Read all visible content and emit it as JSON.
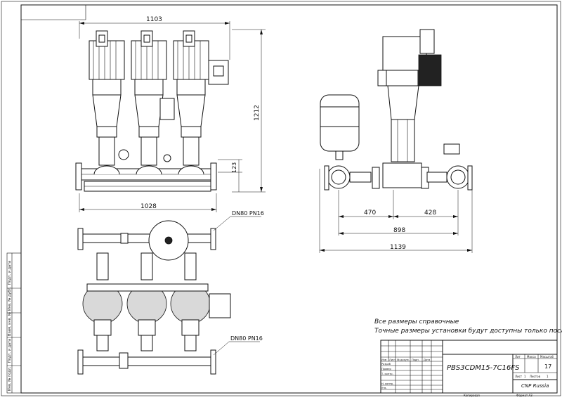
{
  "dimensions": {
    "front_width_top": "1103",
    "front_height": "1212",
    "front_axis_height": "123",
    "front_width_base": "1028",
    "side_left": "470",
    "side_right": "428",
    "side_flanges": "898",
    "side_total": "1139"
  },
  "callouts": {
    "flange_top": "DN80 PN16",
    "flange_bottom": "DN80 PN16"
  },
  "notes": {
    "line1": "Все размеры справочные",
    "line2": "Точные размеры установки будут доступны только после сборки"
  },
  "title_block": {
    "designation": "PBS3CDM15-7C16FS",
    "company": "CNP Russia",
    "col_lit": "Лит",
    "col_mass": "Масса",
    "col_scale": "Масштаб",
    "scale_value": "17",
    "sheet_label": "Лист",
    "sheets_label": "Листов",
    "sheet_no": "1",
    "sheets_total": "1",
    "rows": [
      "Изм",
      "Лист",
      "№ докум.",
      "Подп.",
      "Дата"
    ],
    "role_razrab": "Разраб",
    "role_prov": "Провер",
    "role_tkontr": "Т. контр.",
    "role_nkontr": "Н. контр.",
    "role_utv": "Утв.",
    "copied": "Копировал",
    "format": "Формат A3"
  },
  "side_stamp": {
    "labels": [
      "Подп. и дата",
      "Инв. № дубл.",
      "Взам. инв. №",
      "Подп. и дата",
      "Инв. № подл."
    ]
  }
}
